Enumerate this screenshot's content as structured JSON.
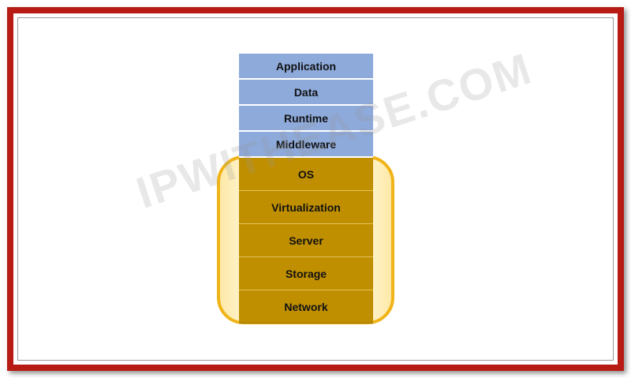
{
  "layers": {
    "customer_managed": [
      "Application",
      "Data",
      "Runtime",
      "Middleware"
    ],
    "provider_managed": [
      "OS",
      "Virtualization",
      "Server",
      "Storage",
      "Network"
    ]
  },
  "watermark": "IPWITHEASE.COM",
  "colors": {
    "frame": "#b81a14",
    "blue_layer": "#8eaadb",
    "gold_layer": "#bf8f00",
    "highlight_border": "#f0b418"
  }
}
